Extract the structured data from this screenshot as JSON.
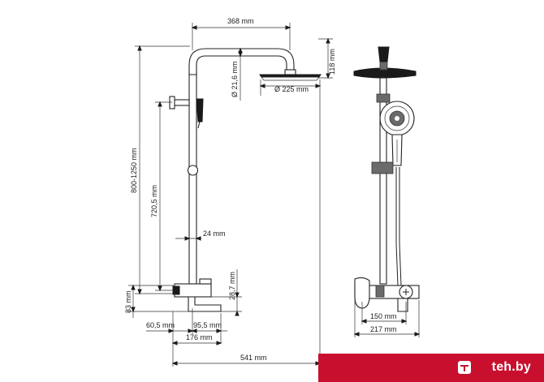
{
  "dimensions": {
    "arm_length": "368 mm",
    "arm_diameter": "Ø 21,6 mm",
    "head_height": "118 mm",
    "head_diameter": "Ø 225 mm",
    "total_height": "800-1250 mm",
    "rail_height": "720,5 mm",
    "rail_width": "24 mm",
    "spout_height": "28,7 mm",
    "mixer_height": "83 mm",
    "wall_offset": "60,5 mm",
    "spout_reach": "95,5 mm",
    "mixer_depth": "176 mm",
    "total_depth": "541 mm",
    "centers_width": "150 mm",
    "mixer_width": "217 mm"
  },
  "brand": {
    "name": "teh.by",
    "color": "#c8102e"
  }
}
